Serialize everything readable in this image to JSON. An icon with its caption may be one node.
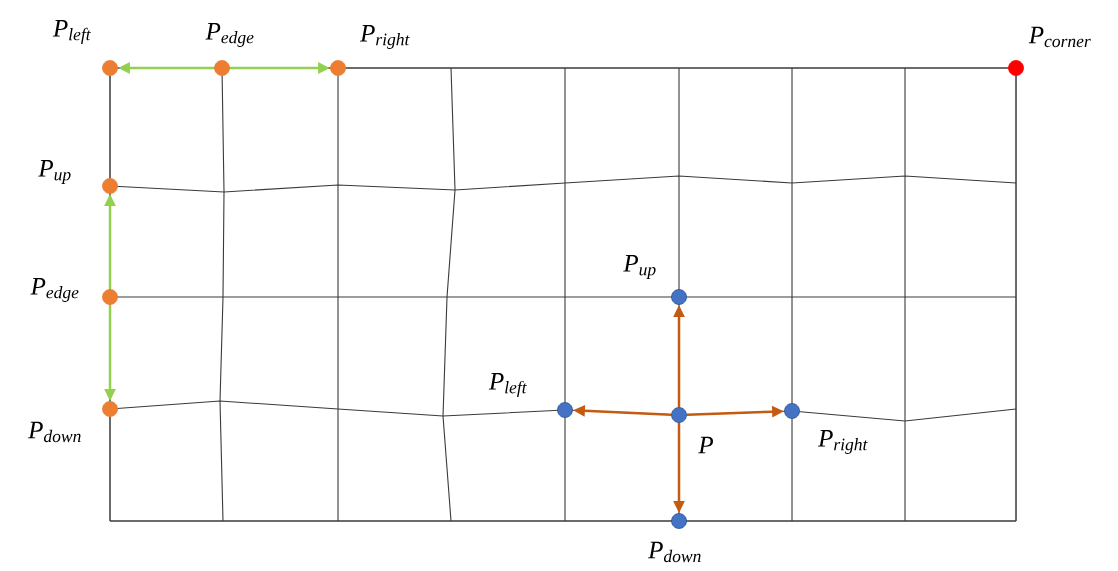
{
  "diagram": {
    "nodes": [
      {
        "text": [],
        "shape": "circle",
        "beside": [
          "P$_{left}$"
        ]
      },
      {
        "text": [],
        "shape": "circle",
        "beside": [
          "P$_{edge}$"
        ]
      },
      {
        "text": [],
        "shape": "circle",
        "beside": [
          "P$_{right}$"
        ]
      },
      {
        "text": [],
        "shape": "circle",
        "beside": [
          "P$_{up}$"
        ]
      },
      {
        "text": [],
        "shape": "circle",
        "beside": [
          "P$_{edge}$"
        ]
      },
      {
        "text": [],
        "shape": "circle",
        "beside": [
          "P$_{down}$"
        ]
      },
      {
        "text": [],
        "shape": "circle",
        "beside": [
          "P$_{corner}$"
        ]
      },
      {
        "text": [],
        "shape": "circle",
        "beside": [
          "P$_{up}$"
        ]
      },
      {
        "text": [],
        "shape": "circle",
        "beside": [
          "P$_{left}$"
        ]
      },
      {
        "text": [],
        "shape": "circle",
        "beside": [
          "P"
        ]
      },
      {
        "text": [],
        "shape": "circle",
        "beside": [
          "P$_{right}$"
        ]
      },
      {
        "text": [],
        "shape": "circle",
        "beside": [
          "P$_{down}$"
        ]
      }
    ],
    "edges": [
      {
        "from": 1,
        "to": 0,
        "arrow": "to",
        "color": "#92d050"
      },
      {
        "from": 1,
        "to": 2,
        "arrow": "to",
        "color": "#92d050"
      },
      {
        "from": 4,
        "to": 3,
        "arrow": "to",
        "color": "#92d050"
      },
      {
        "from": 4,
        "to": 5,
        "arrow": "to",
        "color": "#92d050"
      },
      {
        "from": 9,
        "to": 7,
        "arrow": "to",
        "color": "#c55a11"
      },
      {
        "from": 9,
        "to": 8,
        "arrow": "to",
        "color": "#c55a11"
      },
      {
        "from": 9,
        "to": 10,
        "arrow": "to",
        "color": "#c55a11"
      },
      {
        "from": 9,
        "to": 11,
        "arrow": "to",
        "color": "#c55a11"
      }
    ]
  }
}
